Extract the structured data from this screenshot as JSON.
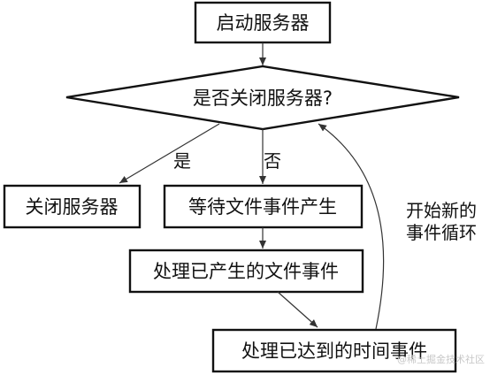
{
  "nodes": {
    "start": "启动服务器",
    "decision": "是否关闭服务器?",
    "shutdown": "关闭服务器",
    "wait_file_events": "等待文件事件产生",
    "handle_file_events": "处理已产生的文件事件",
    "handle_time_events": "处理已达到的时间事件"
  },
  "edges": {
    "yes_label": "是",
    "no_label": "否",
    "loop_label_line1": "开始新的",
    "loop_label_line2": "事件循环"
  },
  "watermark": "@稀土掘金技术社区",
  "colors": {
    "stroke": "#111111",
    "line": "#333333",
    "watermark": "#c8c8c8"
  }
}
